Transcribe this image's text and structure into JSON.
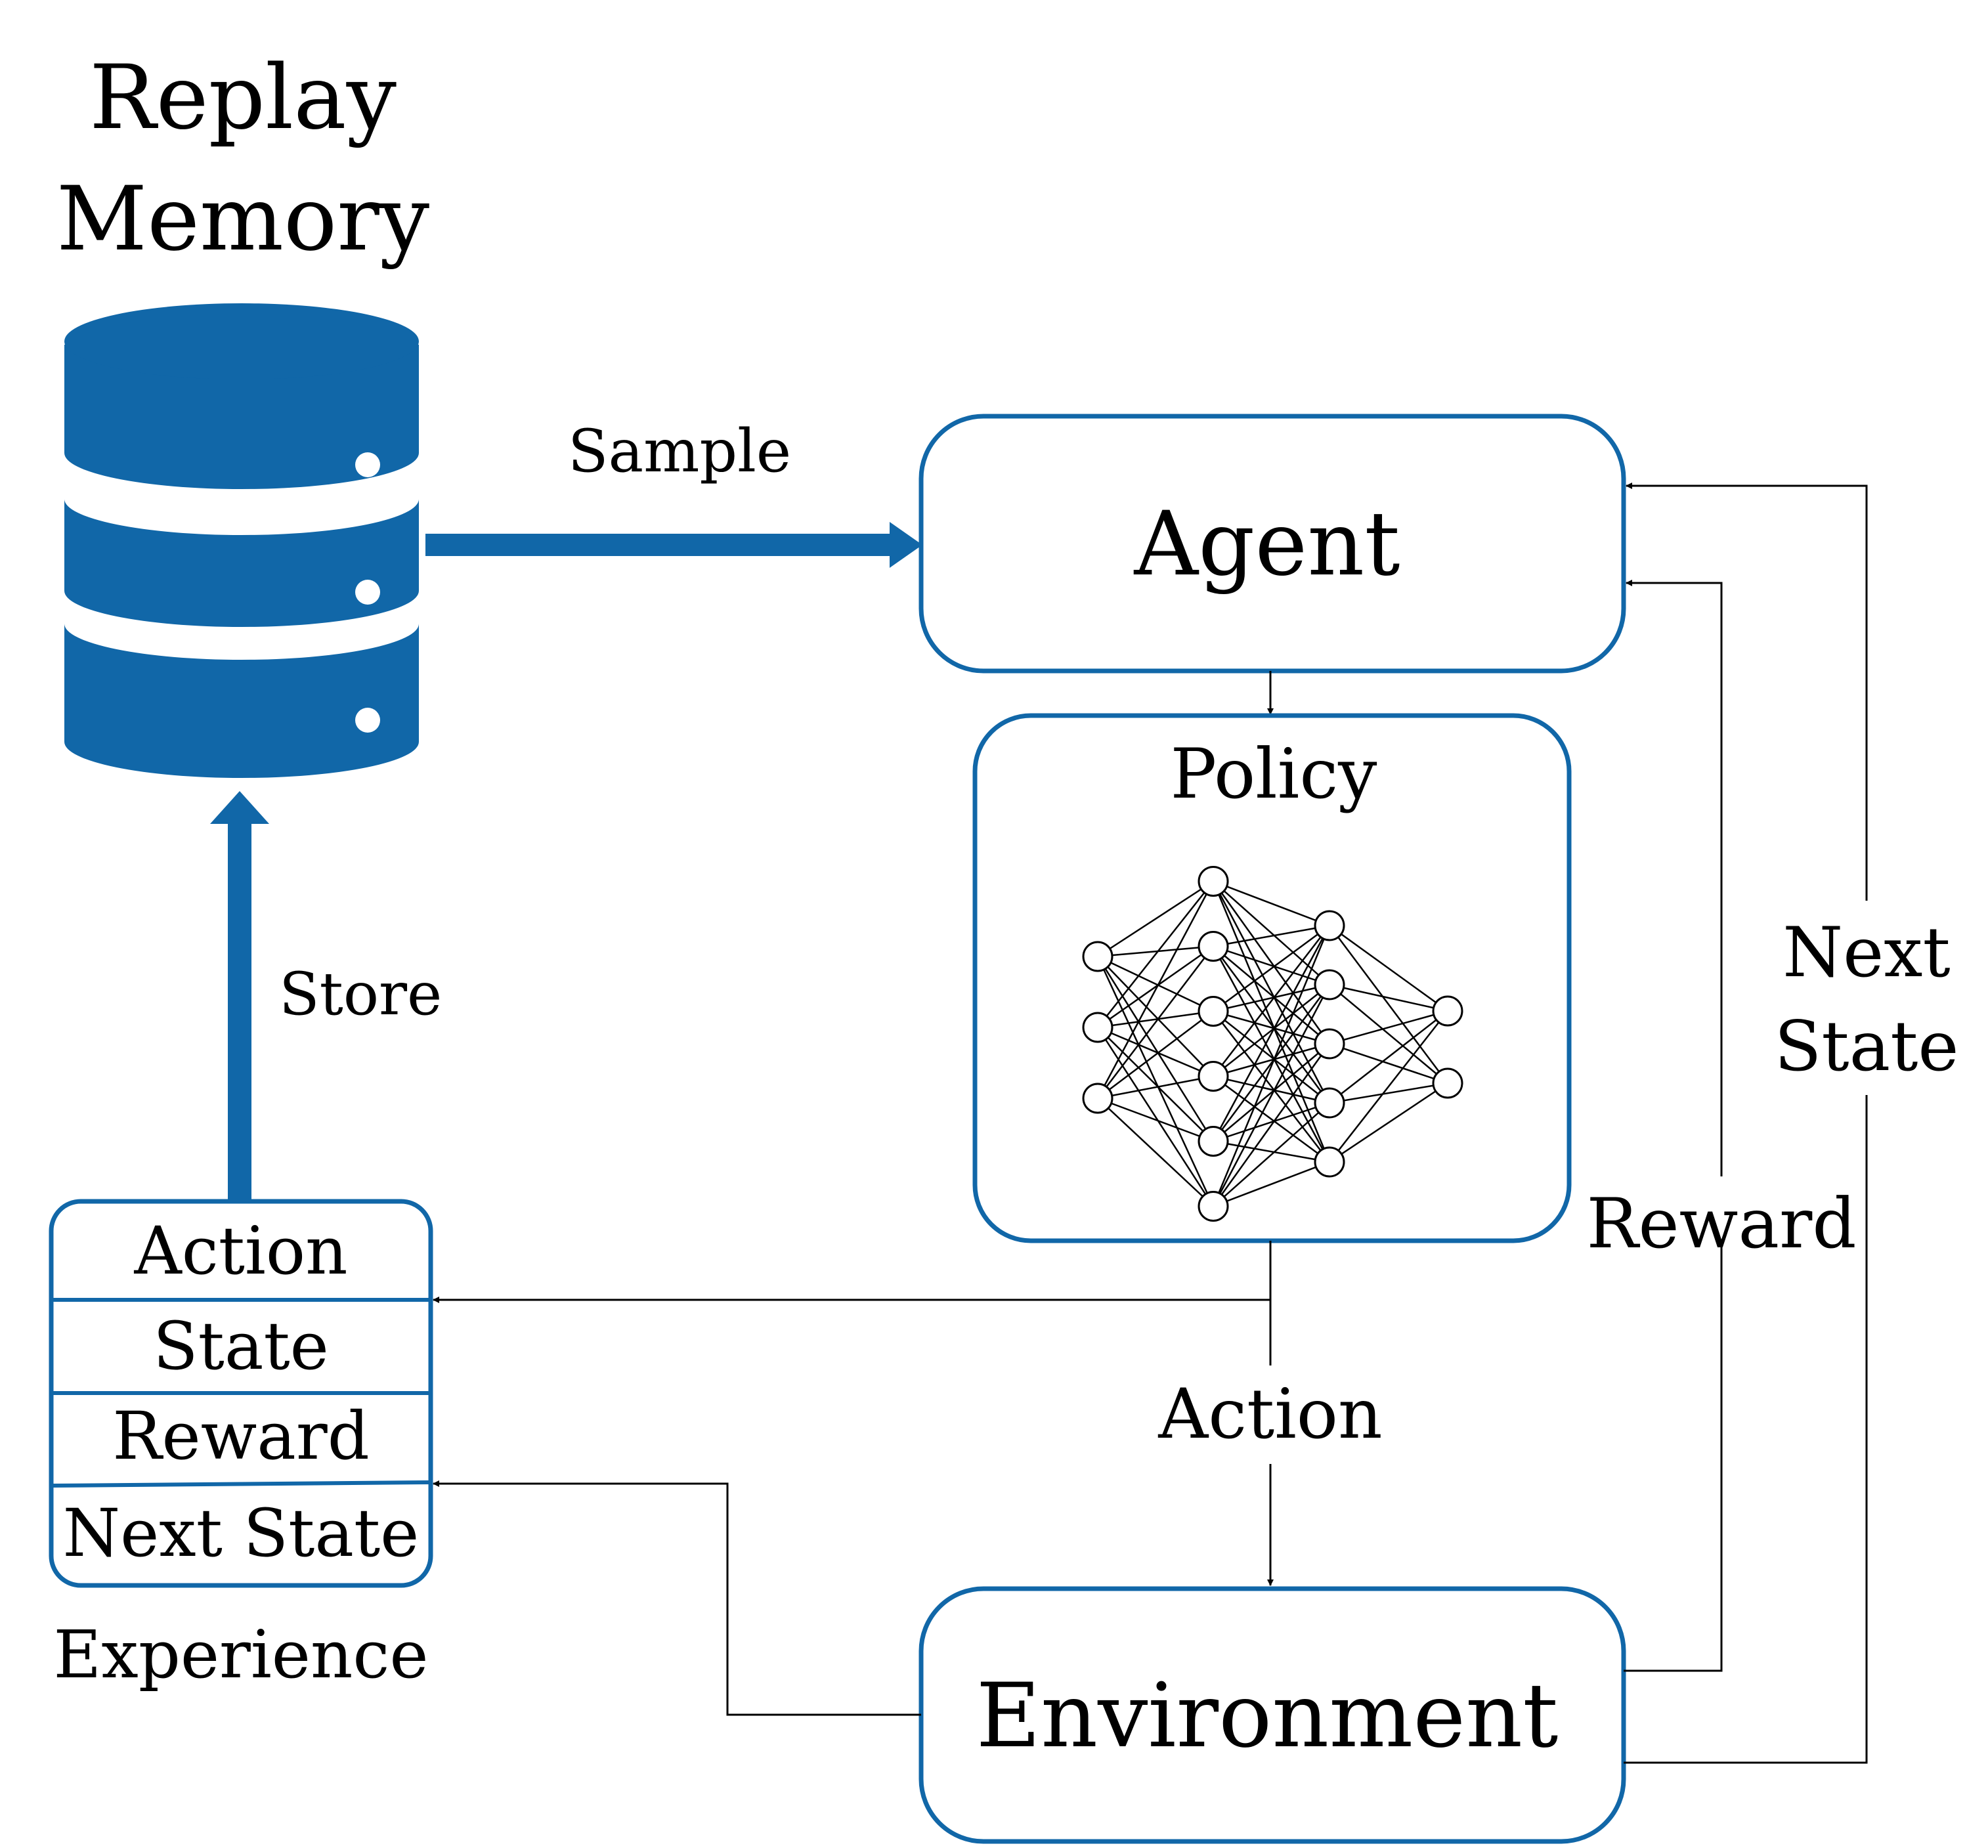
{
  "colors": {
    "accent": "#1167a8",
    "line": "#000000",
    "background": "#ffffff"
  },
  "replay_memory": {
    "title_line1": "Replay",
    "title_line2": "Memory",
    "icon": "database-icon"
  },
  "experience": {
    "caption": "Experience",
    "rows": [
      "Action",
      "State",
      "Reward",
      "Next State"
    ]
  },
  "agent": {
    "label": "Agent"
  },
  "policy": {
    "label": "Policy",
    "icon": "neural-network-icon",
    "network_layers": [
      3,
      6,
      5,
      2
    ]
  },
  "environment": {
    "label": "Environment"
  },
  "edges": {
    "sample": "Sample",
    "store": "Store",
    "action": "Action",
    "reward": "Reward",
    "next_state_line1": "Next",
    "next_state_line2": "State"
  }
}
